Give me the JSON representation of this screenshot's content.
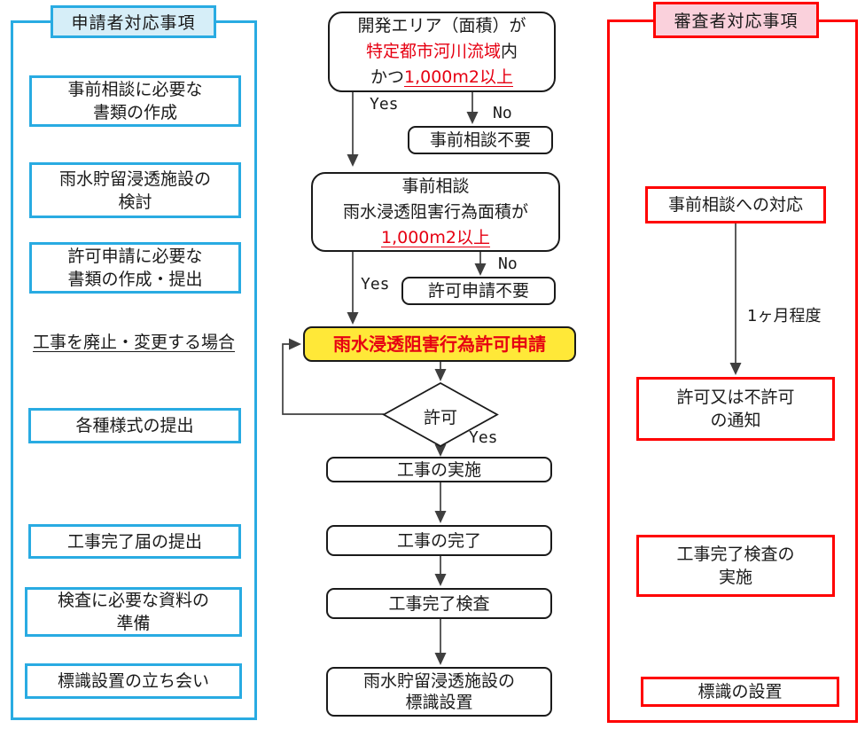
{
  "colors": {
    "blue_border": "#29abe2",
    "blue_fill": "#d6eef8",
    "red_border": "#ff0000",
    "pink_fill": "#fad1dc",
    "yellow_fill": "#ffe838",
    "red_text": "#e60012",
    "line": "#3f3f3f"
  },
  "left_panel": {
    "title": "申請者対応事項",
    "boxes": [
      "事前相談に必要な\n書類の作成",
      "雨水貯留浸透施設の\n検討",
      "許可申請に必要な\n書類の作成・提出",
      "各種様式の提出",
      "工事完了届の提出",
      "検査に必要な資料の\n準備",
      "標識設置の立ち会い"
    ],
    "note": "工事を廃止・変更する場合"
  },
  "right_panel": {
    "title": "審査者対応事項",
    "boxes": [
      "事前相談への対応",
      "許可又は不許可\nの通知",
      "工事完了検査の\n実施",
      "標識の設置"
    ],
    "arrow_label": "1ヶ月程度"
  },
  "flow": {
    "start": {
      "line1": "開発エリア（面積）が",
      "line2_red": "特定都市河川流域",
      "line2_black": "内",
      "line3_black": "かつ",
      "line3_red": "1,000m2以上"
    },
    "no_consult": "事前相談不要",
    "consult": {
      "line1": "事前相談",
      "line2": "雨水浸透阻害行為面積が",
      "line3_red": "1,000m2以上"
    },
    "no_permit": "許可申請不要",
    "apply": "雨水浸透阻害行為許可申請",
    "decision": "許可",
    "steps": [
      "工事の実施",
      "工事の完了",
      "工事完了検査",
      "雨水貯留浸透施設の\n標識設置"
    ],
    "labels": {
      "yes1": "Yes",
      "no1": "No",
      "yes2": "Yes",
      "no2": "No",
      "yes3": "Yes"
    }
  }
}
